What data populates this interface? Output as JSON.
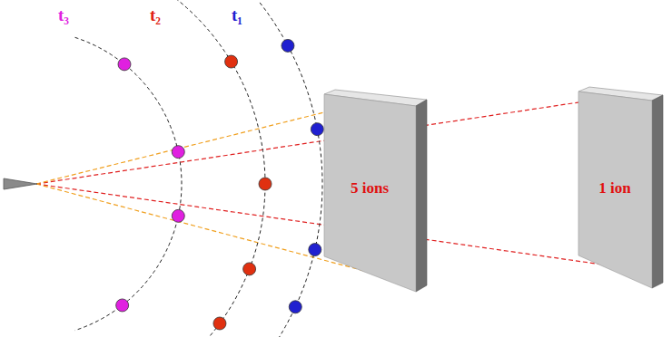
{
  "diagram": {
    "nodes": [
      {
        "text": [
          "5 ions"
        ]
      },
      {
        "text": [
          "1 ion"
        ]
      }
    ],
    "labels": [
      "t₃",
      "t₂",
      "t₁"
    ]
  }
}
